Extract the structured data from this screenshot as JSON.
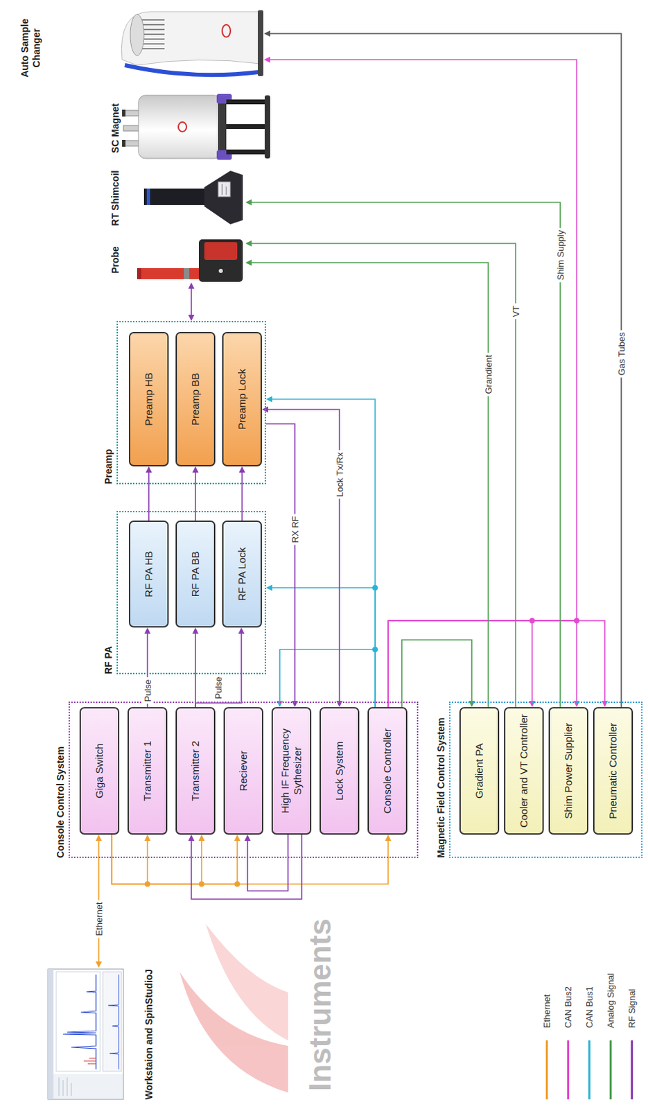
{
  "diagram": {
    "nodes": [
      {
        "text": [
          "Workstaion and SpinStudioJ"
        ]
      },
      {
        "text": [
          "Console Control System"
        ]
      },
      {
        "text": [
          "Giga Switch"
        ],
        "in": 1
      },
      {
        "text": [
          "Transmitter 1"
        ],
        "in": 1
      },
      {
        "text": [
          "Transmitter 2"
        ],
        "in": 1
      },
      {
        "text": [
          "Reciever"
        ],
        "in": 1
      },
      {
        "text": [
          "High IF Frequency Sythesizer"
        ],
        "in": 1
      },
      {
        "text": [
          "Lock System"
        ],
        "in": 1
      },
      {
        "text": [
          "Console Controller"
        ],
        "in": 1
      },
      {
        "text": [
          "RF PA"
        ]
      },
      {
        "text": [
          "RF PA HB"
        ],
        "in": 9
      },
      {
        "text": [
          "RF PA BB"
        ],
        "in": 9
      },
      {
        "text": [
          "RF PA Lock"
        ],
        "in": 9
      },
      {
        "text": [
          "Preamp"
        ]
      },
      {
        "text": [
          "Preamp HB"
        ],
        "in": 13
      },
      {
        "text": [
          "Preamp BB"
        ],
        "in": 13
      },
      {
        "text": [
          "Preamp Lock"
        ],
        "in": 13
      },
      {
        "text": [
          "Probe"
        ]
      },
      {
        "text": [
          "RT Shimcoil"
        ]
      },
      {
        "text": [
          "SC Magnet"
        ]
      },
      {
        "text": [
          "Auto Sample Changer"
        ]
      },
      {
        "text": [
          "Magnetic Field Control System"
        ]
      },
      {
        "text": [
          "Gradient PA"
        ],
        "in": 21
      },
      {
        "text": [
          "Cooler and VT Controller"
        ],
        "in": 21
      },
      {
        "text": [
          "Shim Power Supplier"
        ],
        "in": 21
      },
      {
        "text": [
          "Pneumatic Controller"
        ],
        "in": 21
      }
    ],
    "edges": [
      {
        "from": 0,
        "to": 2,
        "arrow": "both",
        "label": "Ethernet"
      },
      {
        "from": 2,
        "to": 3,
        "arrow": "to"
      },
      {
        "from": 2,
        "to": 4,
        "arrow": "to"
      },
      {
        "from": 2,
        "to": 5,
        "arrow": "to"
      },
      {
        "from": 2,
        "to": 8,
        "arrow": "to"
      },
      {
        "from": 6,
        "to": 4,
        "arrow": "to"
      },
      {
        "from": 6,
        "to": 5,
        "arrow": "to"
      },
      {
        "from": 3,
        "to": 10,
        "arrow": "to",
        "label": "Pulse"
      },
      {
        "from": 4,
        "to": 11,
        "arrow": "to"
      },
      {
        "from": 4,
        "to": 12,
        "arrow": "to",
        "label": "Pulse"
      },
      {
        "from": 10,
        "to": 14,
        "arrow": "to"
      },
      {
        "from": 11,
        "to": 15,
        "arrow": "to"
      },
      {
        "from": 12,
        "to": 16,
        "arrow": "to"
      },
      {
        "from": 13,
        "to": 17,
        "arrow": "both"
      },
      {
        "from": 8,
        "to": 6,
        "arrow": "to"
      },
      {
        "from": 8,
        "to": 9,
        "arrow": "to"
      },
      {
        "from": 8,
        "to": 13,
        "arrow": "to"
      },
      {
        "from": 13,
        "to": 6,
        "arrow": "to",
        "label": "RX RF"
      },
      {
        "from": 7,
        "to": 16,
        "arrow": "both",
        "label": "Lock Tx/Rx"
      },
      {
        "from": 8,
        "to": 22,
        "arrow": "to"
      },
      {
        "from": 8,
        "to": 23,
        "arrow": "to"
      },
      {
        "from": 8,
        "to": 24,
        "arrow": "to"
      },
      {
        "from": 8,
        "to": 25,
        "arrow": "to"
      },
      {
        "from": 8,
        "to": 20,
        "arrow": "to"
      },
      {
        "from": 22,
        "to": 17,
        "arrow": "to",
        "label": "Grandient"
      },
      {
        "from": 23,
        "to": 17,
        "arrow": "to",
        "label": "VT"
      },
      {
        "from": 24,
        "to": 18,
        "arrow": "to",
        "label": "Shim Supply"
      },
      {
        "from": 25,
        "to": 20,
        "arrow": "to",
        "label": "Gas Tubes"
      }
    ],
    "labels": [
      "Instruments"
    ],
    "legend": [
      {
        "text": "Ethernet",
        "color": "#f0a02e"
      },
      {
        "text": "CAN Bus2",
        "color": "#e24bd0"
      },
      {
        "text": "CAN Bus1",
        "color": "#2bb3d3"
      },
      {
        "text": "Analog Signal",
        "color": "#4e9f50"
      },
      {
        "text": "RF Signal",
        "color": "#8a3db3"
      }
    ]
  }
}
